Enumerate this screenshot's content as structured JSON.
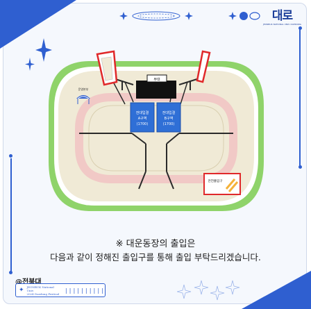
{
  "brand": {
    "logo_text": "대로",
    "logo_subtext": "JEONBUK NATIONAL UNIV. DAEDONG"
  },
  "map": {
    "stage_label": "무대",
    "booth_label": "운영본부",
    "section_left": {
      "line1": "전대입결",
      "line2": "A구역",
      "line3": "(1700)"
    },
    "section_right": {
      "line1": "전대입결",
      "line2": "B구역",
      "line3": "(1700)"
    },
    "entrance_label": "안전출입구"
  },
  "caption": {
    "line1": "※ 대운동장의 출입은",
    "line2": "다음과 같이 정해진 출입구를 통해 출입 부탁드리겠습니다."
  },
  "footer": {
    "handle": "@전북대",
    "line1": "JEONBUK National Univ.",
    "line2": "2024 Daedong Festival",
    "bars": "||||||||||"
  },
  "colors": {
    "accent": "#2f5fd0",
    "field_green": "#8fd36a",
    "track_pink": "#f1c9c6",
    "field_tan": "#f0ead6",
    "section_blue": "#2f6fd6",
    "highlight_red": "#e0282a"
  }
}
